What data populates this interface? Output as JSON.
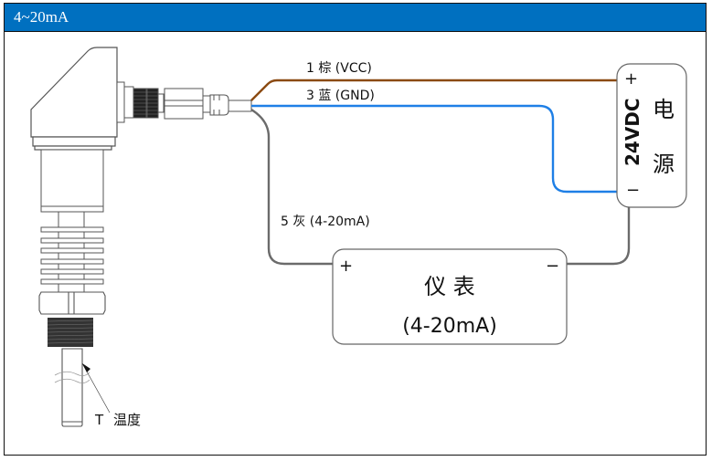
{
  "window": {
    "title": "4~20mA"
  },
  "colors": {
    "title_bar": "#0070c0",
    "wire_vcc": "#8b4a12",
    "wire_gnd": "#1e7fe6",
    "wire_signal": "#6b6b6b"
  },
  "wires": [
    {
      "pin": "1",
      "color_name": "棕",
      "signal": "(VCC)",
      "label": "1 棕 (VCC)"
    },
    {
      "pin": "3",
      "color_name": "蓝",
      "signal": "(GND)",
      "label": "3 蓝 (GND)"
    },
    {
      "pin": "5",
      "color_name": "灰",
      "signal": "(4-20mA)",
      "label": "5 灰 (4-20mA)"
    }
  ],
  "power_supply": {
    "voltage_label": "24VDC",
    "name_line1": "电",
    "name_line2": "源",
    "plus": "+",
    "minus": "−"
  },
  "meter": {
    "name": "仪 表",
    "range": "(4-20mA)",
    "plus": "+",
    "minus": "−"
  },
  "sensor": {
    "probe_label_t": "T",
    "probe_label_text": "温度"
  }
}
